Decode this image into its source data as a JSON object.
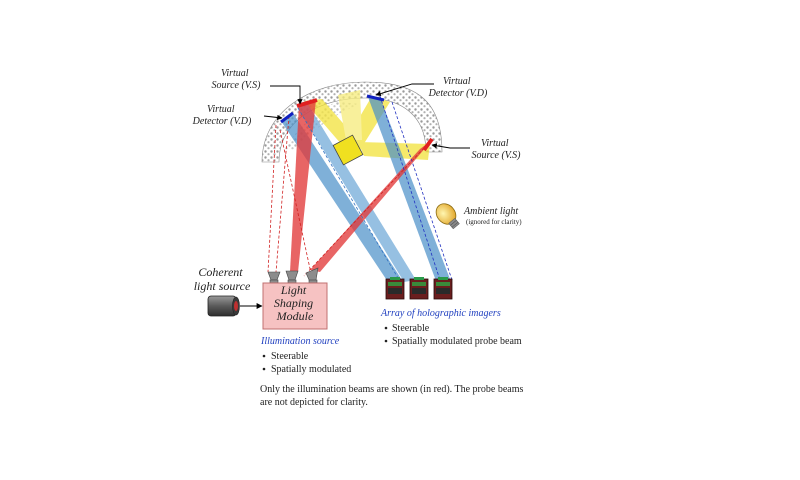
{
  "labels": {
    "virtual_source_top_line1": "Virtual",
    "virtual_source_top_line2": "Source (V.S)",
    "virtual_detector_top_line1": "Virtual",
    "virtual_detector_top_line2": "Detector (V.D)",
    "virtual_detector_left_line1": "Virtual",
    "virtual_detector_left_line2": "Detector  (V.D)",
    "virtual_source_right_line1": "Virtual",
    "virtual_source_right_line2": "Source (V.S)",
    "ambient_light": "Ambient  light",
    "ambient_note": "(ignored for clarity)",
    "coherent_line1": "Coherent",
    "coherent_line2": "light source",
    "module_line1": "Light",
    "module_line2": "Shaping",
    "module_line3": "Module",
    "illumination_heading": "Illumination  source",
    "illumination_bullets": [
      "Steerable",
      "Spatially modulated"
    ],
    "array_heading": "Array  of holographic imagers",
    "array_bullets": [
      "Steerable",
      "Spatially modulated probe beam"
    ],
    "caption_line1": "Only the illumination beams are shown (in red). The probe beams",
    "caption_line2": "are not depicted for clarity."
  },
  "colors": {
    "illumination_beam": "#e23a3a",
    "probe_beam": "#4a90c8",
    "reflection_beam": "#f2e23a",
    "object": "#f0e020",
    "module_fill": "#f6c2c2",
    "detector_marker": "#1020c0",
    "source_marker": "#e02020",
    "heading_text": "#1f3fbf"
  },
  "icons": {
    "bulb": "light-bulb-icon",
    "laser": "laser-source-icon",
    "imager": "holographic-imager-icon",
    "emitter": "beam-emitter-icon"
  }
}
